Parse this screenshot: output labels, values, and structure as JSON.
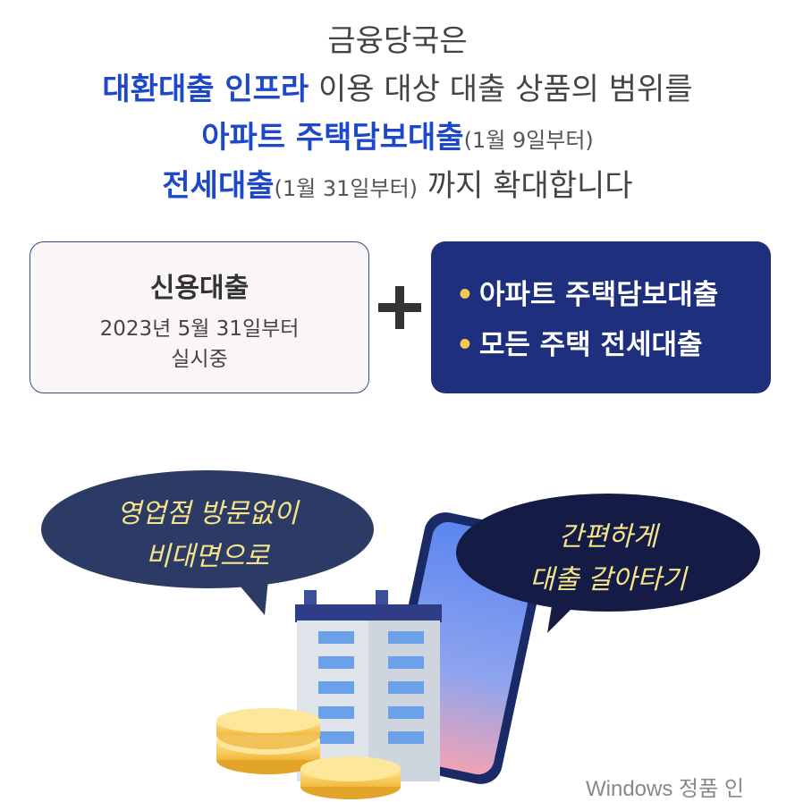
{
  "headline": {
    "line1": "금융당국은",
    "line2_highlight": "대환대출 인프라",
    "line2_rest": " 이용 대상 대출 상품의 범위를",
    "line3_highlight": "아파트 주택담보대출",
    "line3_small": "(1월 9일부터)",
    "line4_highlight": "전세대출",
    "line4_small": "(1월 31일부터)",
    "line4_rest": " 까지 확대합니다"
  },
  "left_card": {
    "title": "신용대출",
    "line1": "2023년 5월 31일부터",
    "line2": "실시중"
  },
  "right_card": {
    "items": [
      "아파트 주택담보대출",
      "모든 주택 전세대출"
    ],
    "bullet": "•"
  },
  "bubbles": {
    "left": [
      "영업점 방문없이",
      "비대면으로"
    ],
    "right": [
      "간편하게",
      "대출 갈아타기"
    ]
  },
  "watermark": "Windows 정품 인",
  "colors": {
    "accent_blue": "#1c48c9",
    "card_navy": "#1d2f7d",
    "bubble_navy": "#2c3a66",
    "bubble_text": "#f6e48a",
    "bullet_yellow": "#f2c94c"
  }
}
